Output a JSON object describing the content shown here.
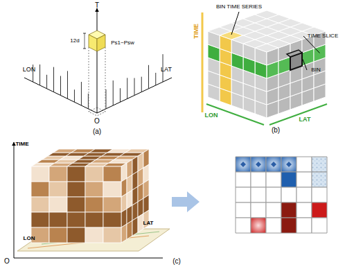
{
  "diagram": {
    "labels": [
      "T",
      "LON",
      "LAT",
      "O",
      "12d",
      "Ps1~Psw",
      "(a)",
      "BIN TIME SERIES",
      "TIME SLICE",
      "BIN",
      "TIME",
      "LON",
      "LAT",
      "(b)",
      "TIME",
      "LON",
      "LAT",
      "O",
      "(c)"
    ]
  }
}
